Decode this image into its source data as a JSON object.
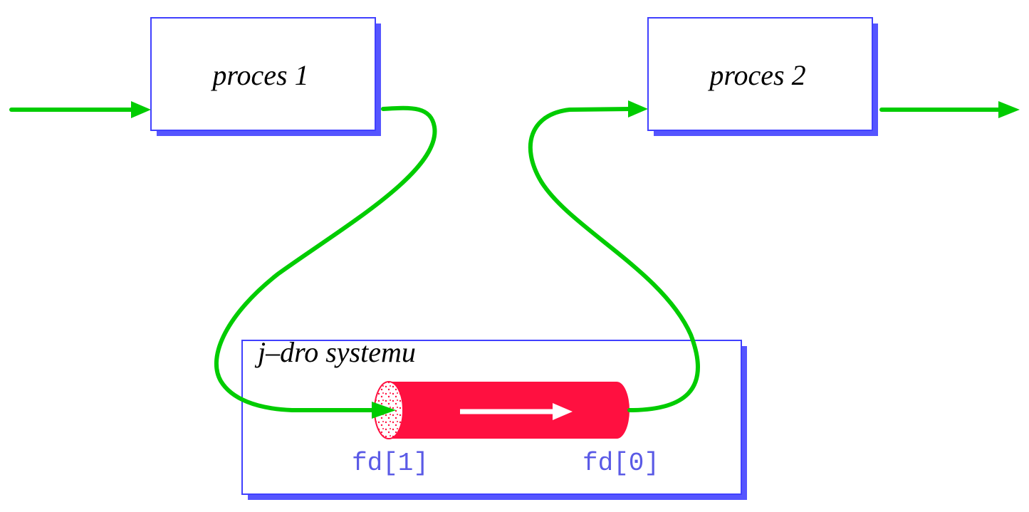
{
  "diagram": {
    "process1": {
      "label": "proces 1"
    },
    "process2": {
      "label": "proces 2"
    },
    "kernel": {
      "label": "j–dro systemu"
    },
    "pipe": {
      "write_end_label": "fd[1]",
      "read_end_label": "fd[0]"
    }
  },
  "colors": {
    "box_border": "#4040ff",
    "box_shadow": "#5555ff",
    "flow": "#00cc00",
    "pipe": "#ff1040",
    "pipe_arrow": "#ffffff",
    "fd_text": "#5a5ae6"
  }
}
